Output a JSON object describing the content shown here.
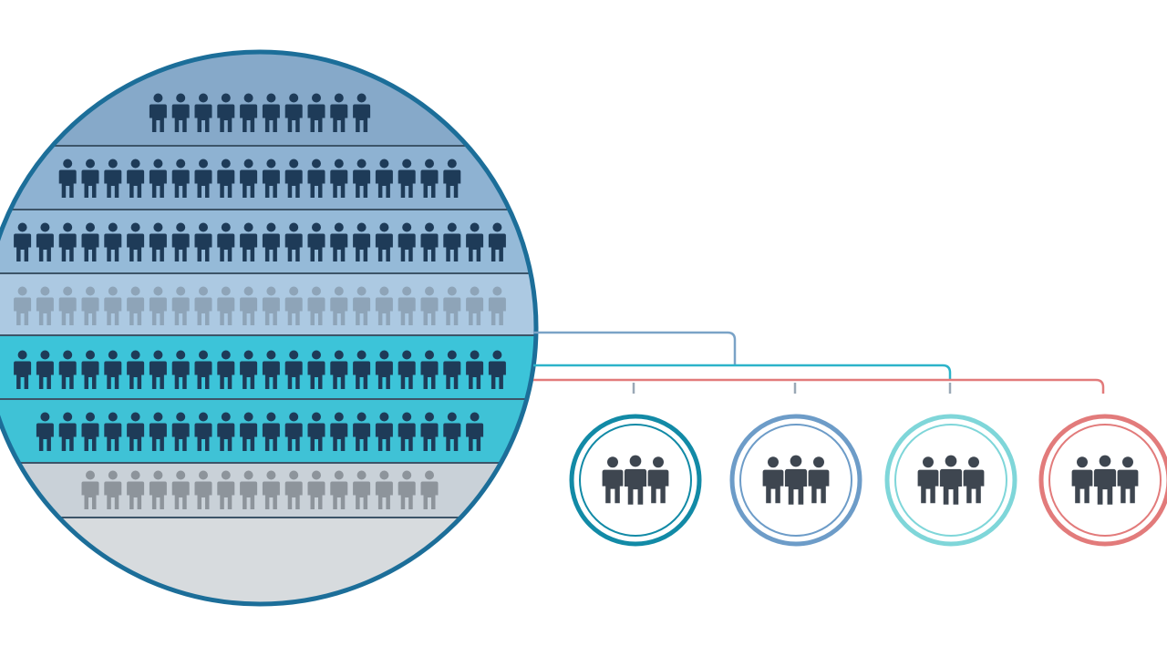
{
  "population": {
    "rows": [
      {
        "count": 10,
        "tone": "dark"
      },
      {
        "count": 18,
        "tone": "dark"
      },
      {
        "count": 22,
        "tone": "dark"
      },
      {
        "count": 22,
        "tone": "light"
      },
      {
        "count": 22,
        "tone": "dark"
      },
      {
        "count": 20,
        "tone": "dark"
      },
      {
        "count": 16,
        "tone": "grey"
      },
      {
        "count": 0,
        "tone": "empty"
      }
    ],
    "band_colors": [
      "#86a9c9",
      "#8eb2d2",
      "#95bad8",
      "#acc9e2",
      "#3cc4d9",
      "#3fc2d6",
      "#c9d1d8",
      "#d7dbde"
    ],
    "figure_colors": {
      "dark": "#1e3b58",
      "light": "#8ea4b8",
      "grey": "#8d949b"
    },
    "outline_color": "#1c6e99"
  },
  "groups": [
    {
      "name": "group-teal",
      "ring_color": "#128aa6",
      "figure_count": 3
    },
    {
      "name": "group-blue",
      "ring_color": "#6d9cc8",
      "figure_count": 3
    },
    {
      "name": "group-aqua",
      "ring_color": "#7fd6d9",
      "figure_count": 3
    },
    {
      "name": "group-red",
      "ring_color": "#e27b7b",
      "figure_count": 3
    }
  ],
  "connectors": {
    "blue": "#7aa3c7",
    "teal": "#2cb3c9",
    "red": "#e27b7b",
    "grey": "#9aa8b6"
  },
  "group_figure_color": "#3e4650"
}
